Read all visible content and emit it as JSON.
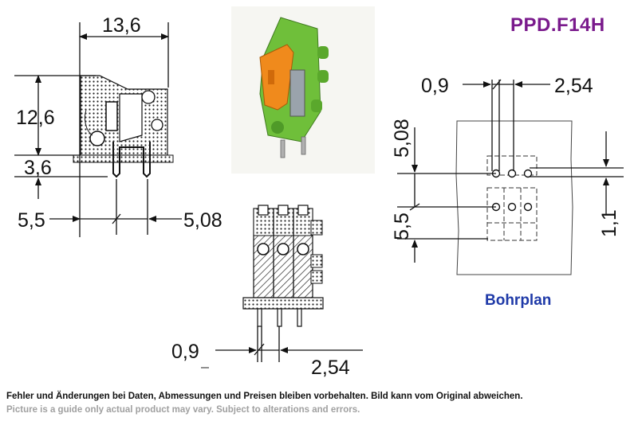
{
  "product_code": "PPD.F14H",
  "side_view": {
    "width_label": "13,6",
    "height_label": "12,6",
    "base_label": "3,6",
    "pin_offset_label": "5,5",
    "pitch_label": "5,08"
  },
  "front_view": {
    "pin_width_label": "0,9",
    "pitch_label": "2,54"
  },
  "drill_plan": {
    "title": "Bohrplan",
    "pin_width_label": "0,9",
    "pitch_label": "2,54",
    "row_spacing_label": "5,08",
    "row_offset_label": "5,5",
    "hole_label": "1,1"
  },
  "disclaimer_de": "Fehler und Änderungen bei Daten, Abmessungen und Preisen bleiben vorbehalten. Bild kann vom Original abweichen.",
  "disclaimer_en": "Picture is a guide only actual product may vary. Subject to alterations and errors.",
  "colors": {
    "product_code": "#7a1a8c",
    "drill_plan_title": "#1f3aa8",
    "housing_green": "#6fbf3a",
    "lever_orange": "#f08a1c"
  }
}
